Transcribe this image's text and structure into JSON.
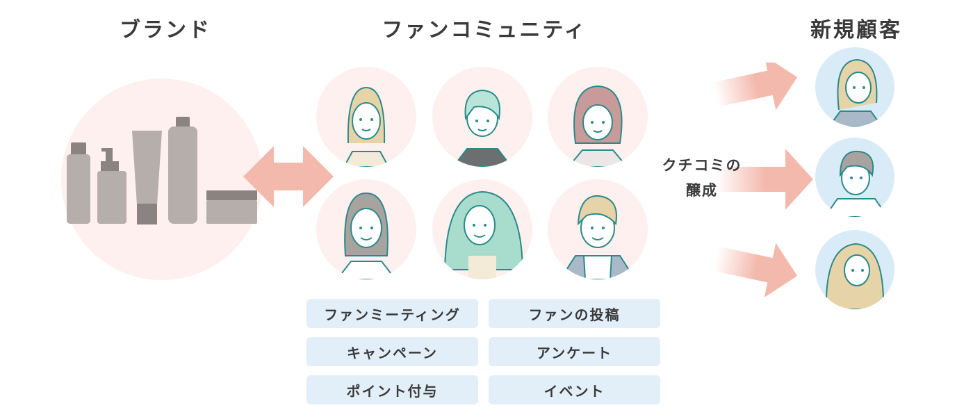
{
  "headings": {
    "brand": "ブランド",
    "fan_community": "ファンコミュニティ",
    "new_customers": "新規顧客"
  },
  "flow_label": {
    "line1": "クチコミの",
    "line2": "醸成"
  },
  "activities": [
    "ファンミーティング",
    "ファンの投稿",
    "キャンペーン",
    "アンケート",
    "ポイント付与",
    "イベント"
  ],
  "colors": {
    "pink_circle": "#fdf0ee",
    "arrow": "#f4b9ad",
    "tag_bg": "#e2eff9",
    "customer_circle": "#d9ebf7",
    "line": "#2a8a8a",
    "product": "#b5aeab"
  }
}
